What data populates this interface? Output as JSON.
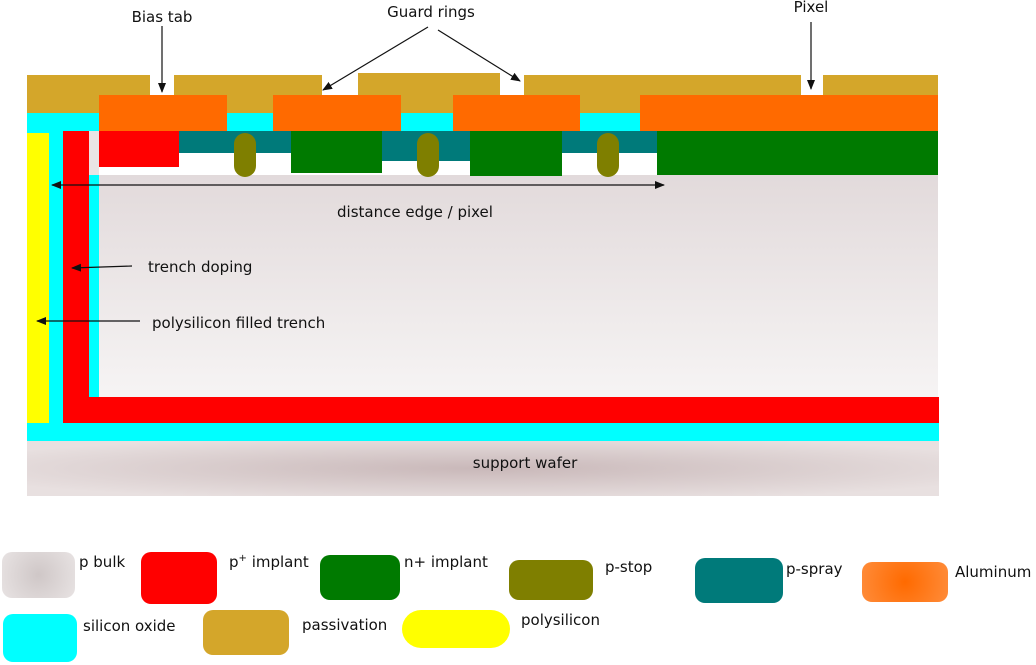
{
  "labels": {
    "bias_tab": "Bias tab",
    "guard_rings": "Guard rings",
    "pixel": "Pixel",
    "distance": "distance edge / pixel",
    "trench_doping": "trench doping",
    "poly_trench": "polysilicon filled trench",
    "support_wafer": "support wafer"
  },
  "legend": {
    "p_bulk": "p bulk",
    "p_implant_base": "p",
    "p_implant_sup": "+",
    "p_implant_rest": " implant",
    "n_implant": "n+ implant",
    "p_stop": "p-stop",
    "p_spray": "p-spray",
    "aluminum": "Aluminum",
    "silicon_oxide": "silicon oxide",
    "passivation": "passivation",
    "polysilicon": "polysilicon"
  },
  "colors": {
    "p_bulk": "#e4dede",
    "p_implant": "#ff0000",
    "n_implant": "#007a00",
    "p_stop": "#7f7f00",
    "p_spray": "#007a7a",
    "aluminum": "#ff6a00",
    "silicon_oxide": "#00ffff",
    "passivation": "#d4a62a",
    "polysilicon": "#ffff00"
  }
}
